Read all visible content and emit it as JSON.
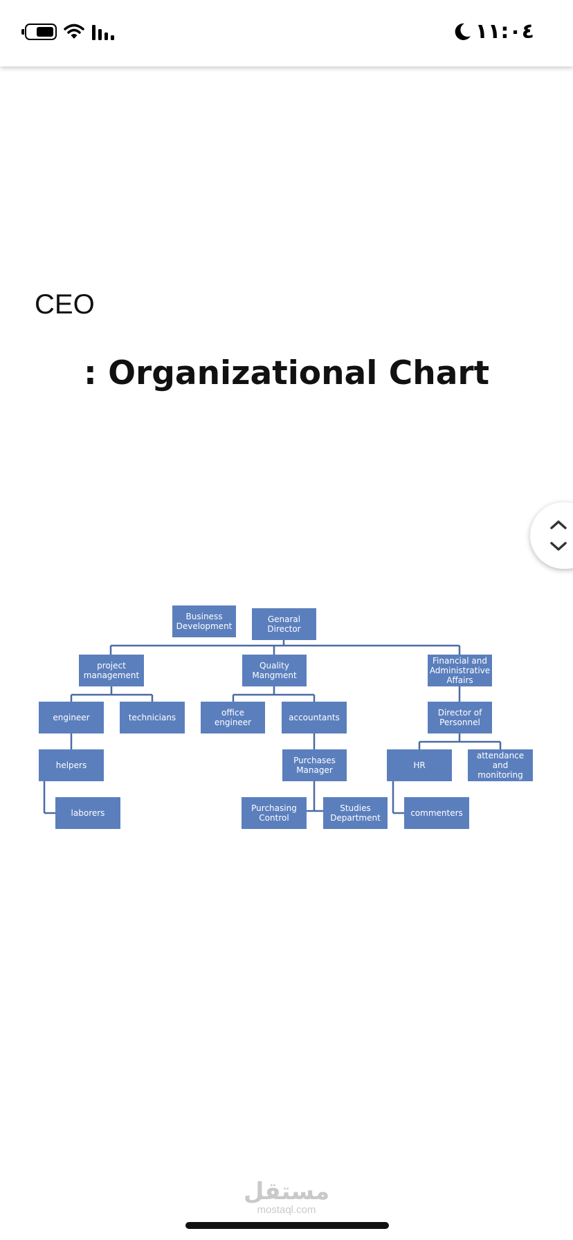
{
  "status_bar": {
    "time": "١١:٠٤",
    "icons": [
      "battery-icon",
      "wifi-icon",
      "signal-icon",
      "moon-icon"
    ],
    "battery_level": 0.7
  },
  "document": {
    "ceo_label": "CEO",
    "heading": ": Organizational Chart"
  },
  "org_chart": {
    "box_color": "#5b7fbd",
    "line_color": "#4a6aa5",
    "nodes": [
      {
        "id": "business-development",
        "label": "Business Development"
      },
      {
        "id": "general-director",
        "label": "Genaral Director"
      },
      {
        "id": "project-management",
        "label": "project management"
      },
      {
        "id": "quality-management",
        "label": "Quality Mangment"
      },
      {
        "id": "financial-affairs",
        "label": "Financial and Administrative Affairs"
      },
      {
        "id": "engineer",
        "label": "engineer"
      },
      {
        "id": "technicians",
        "label": "technicians"
      },
      {
        "id": "office-engineer",
        "label": "office engineer"
      },
      {
        "id": "accountants",
        "label": "accountants"
      },
      {
        "id": "director-of-personnel",
        "label": "Director of Personnel"
      },
      {
        "id": "helpers",
        "label": "helpers"
      },
      {
        "id": "purchases-manager",
        "label": "Purchases Manager"
      },
      {
        "id": "hr",
        "label": "HR"
      },
      {
        "id": "attendance-monitoring",
        "label": "attendance and monitoring"
      },
      {
        "id": "laborers",
        "label": "laborers"
      },
      {
        "id": "purchasing-control",
        "label": "Purchasing Control"
      },
      {
        "id": "studies-department",
        "label": "Studies Department"
      },
      {
        "id": "commenters",
        "label": "commenters"
      }
    ]
  },
  "watermark": {
    "logo": "مستقل",
    "text": "mostaql.com"
  }
}
